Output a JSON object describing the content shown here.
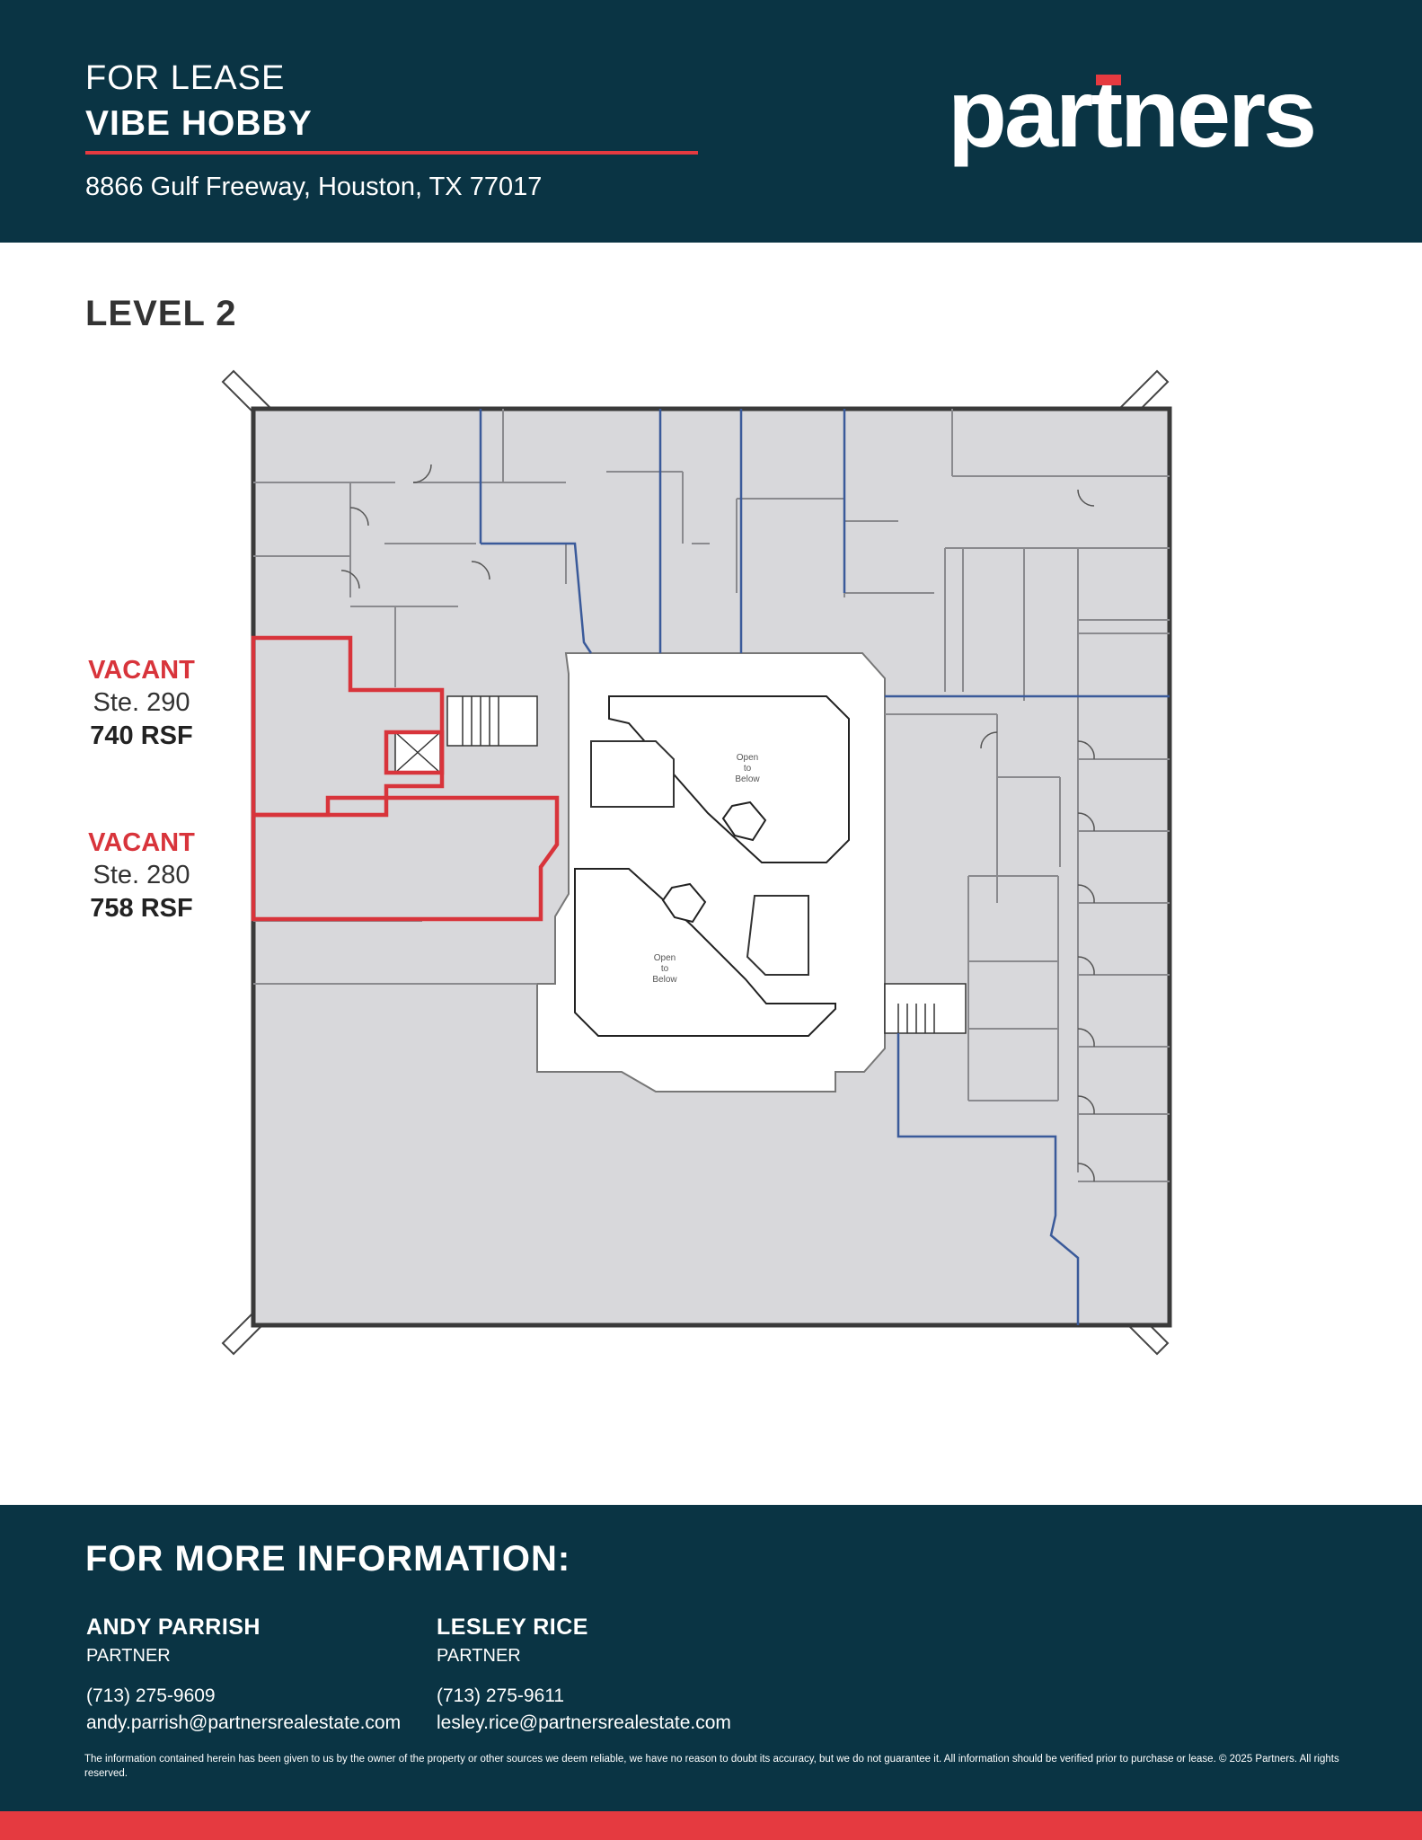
{
  "header": {
    "status": "FOR LEASE",
    "property_name": "VIBE HOBBY",
    "address": "8866 Gulf Freeway, Houston, TX 77017",
    "logo_text": "partners"
  },
  "level_title": "LEVEL 2",
  "suites": [
    {
      "status": "VACANT",
      "suite": "Ste. 290",
      "area": "740 RSF"
    },
    {
      "status": "VACANT",
      "suite": "Ste. 280",
      "area": "758 RSF"
    }
  ],
  "floorplan": {
    "labels": [
      {
        "line1": "Open",
        "line2": "to",
        "line3": "Below"
      },
      {
        "line1": "Open",
        "line2": "to",
        "line3": "Below"
      }
    ]
  },
  "footer": {
    "heading": "FOR MORE INFORMATION:",
    "contacts": [
      {
        "name": "ANDY PARRISH",
        "title": "PARTNER",
        "phone": "(713) 275-9609",
        "email": "andy.parrish@partnersrealestate.com"
      },
      {
        "name": "LESLEY RICE",
        "title": "PARTNER",
        "phone": "(713) 275-9611",
        "email": "lesley.rice@partnersrealestate.com"
      }
    ],
    "disclaimer": "The information contained herein has been given to us by the owner of the property or other sources we deem reliable, we have no reason to doubt its accuracy, but we do not guarantee it. All information should be verified prior to purchase or lease. © 2025 Partners. All rights reserved."
  },
  "colors": {
    "navy": "#0a3444",
    "accent_red": "#e53a40",
    "vacant_red": "#d8343b",
    "suite_blue": "#3a5a9a",
    "plan_gray": "#d8d8db"
  }
}
